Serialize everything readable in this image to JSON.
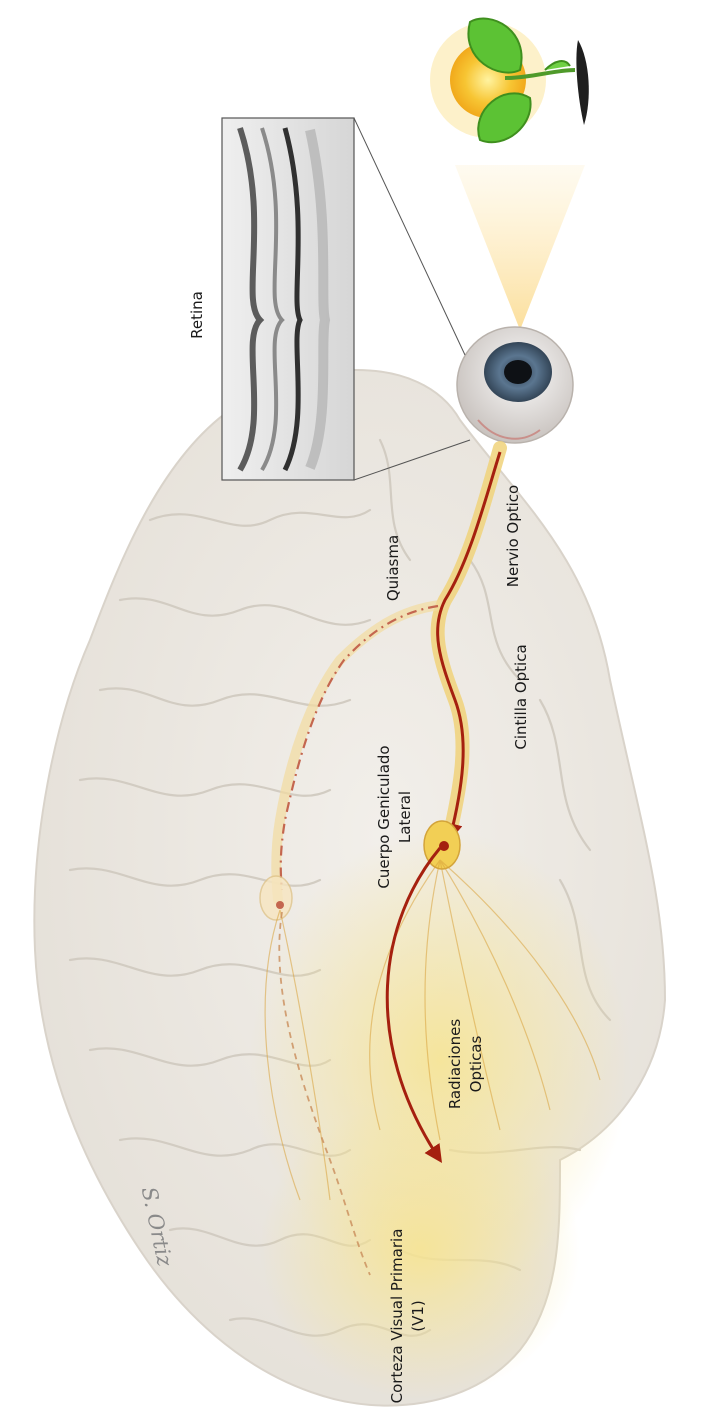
{
  "labels": {
    "retina": "Retina",
    "quiasma": "Quiasma",
    "nervio_optico": "Nervio Optico",
    "cintilla_optica": "Cintilla Optica",
    "cuerpo_geniculado_1": "Cuerpo Geniculado",
    "cuerpo_geniculado_2": "Lateral",
    "radiaciones_1": "Radiaciones",
    "radiaciones_2": "Opticas",
    "corteza_1": "Corteza Visual Primaria",
    "corteza_2": "(V1)"
  },
  "signature": "S. Ortiz",
  "colors": {
    "pathway": "#a5200f",
    "tract": "#e8c45a",
    "brain": "#ece8e1",
    "radiation_glow": "#f6e08a"
  },
  "icons": [
    "sun-icon",
    "plant-icon",
    "eye-icon"
  ]
}
